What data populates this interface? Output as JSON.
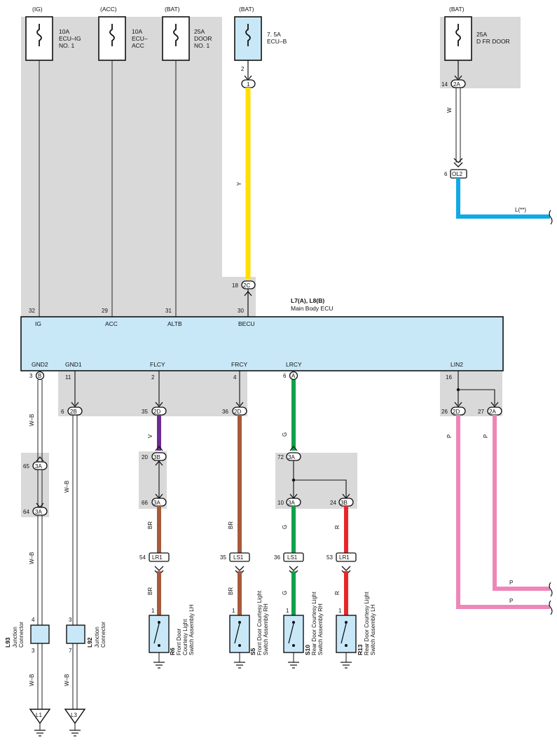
{
  "fuses": [
    {
      "source": "(IG)",
      "rating": "10A",
      "name1": "ECU–IG",
      "name2": "NO. 1"
    },
    {
      "source": "(ACC)",
      "rating": "10A",
      "name1": "ECU–",
      "name2": "ACC"
    },
    {
      "source": "(BAT)",
      "rating": "25A",
      "name1": "DOOR",
      "name2": "NO. 1"
    },
    {
      "source": "(BAT)",
      "rating": "7. 5A",
      "name1": "ECU–B",
      "name2": ""
    },
    {
      "source": "(BAT)",
      "rating": "25A",
      "name1": "D FR DOOR",
      "name2": ""
    }
  ],
  "ecu": {
    "title": "L7(A), L8(B)",
    "name": "Main Body ECU",
    "top_pins": [
      {
        "num": "32",
        "label": "IG"
      },
      {
        "num": "29",
        "label": "ACC"
      },
      {
        "num": "31",
        "label": "ALTB"
      },
      {
        "num": "30",
        "label": "BECU"
      }
    ],
    "bottom_pins": [
      {
        "label": "GND2",
        "num": "3",
        "conn": "B"
      },
      {
        "label": "GND1",
        "num": "11",
        "conn": ""
      },
      {
        "label": "FLCY",
        "num": "2",
        "conn": ""
      },
      {
        "label": "FRCY",
        "num": "4",
        "conn": ""
      },
      {
        "label": "LRCY",
        "num": "6",
        "conn": "A"
      },
      {
        "label": "LIN2",
        "num": "16",
        "conn": ""
      }
    ]
  },
  "connectors": {
    "ecub_pin": "2",
    "ecub_conn": "1",
    "dfr_pin": "14",
    "dfr_conn": "2A",
    "ol2_pin": "6",
    "ol2_conn": "OL2",
    "becu_pin": "18",
    "becu_conn": "2C",
    "gnd1_pin": "6",
    "gnd1_conn": "2B",
    "flcy_pin": "35",
    "flcy_conn": "2D",
    "frcy_pin": "36",
    "frcy_conn": "2D",
    "lin_a_pin": "26",
    "lin_a_conn": "2D",
    "lin_b_pin": "27",
    "lin_b_conn": "2A",
    "gnd2_a_pin": "65",
    "gnd2_a_conn": "3A",
    "gnd2_b_pin": "64",
    "gnd2_b_conn": "3A",
    "fl_a_pin": "20",
    "fl_a_conn": "3B",
    "fl_b_pin": "66",
    "fl_b_conn": "3A",
    "lr_a_pin": "72",
    "lr_a_conn": "3A",
    "lr_b_pin": "10",
    "lr_b_conn": "3A",
    "lr_c_pin": "24",
    "lr_c_conn": "3B",
    "lr1_fl_pin": "54",
    "lr1_fl": "LR1",
    "ls1_fr_pin": "35",
    "ls1_fr": "LS1",
    "ls1_lr_pin": "36",
    "ls1_lr": "LS1",
    "lr1_rr_pin": "53",
    "lr1_rr": "LR1"
  },
  "wire_colors": {
    "y": "Y",
    "w": "W",
    "l": "L(**)",
    "wb": "W–B",
    "v": "V",
    "br": "BR",
    "g": "G",
    "r": "R",
    "p": "P"
  },
  "colors": {
    "yellow": "#ffde00",
    "blue": "#12a9e6",
    "purple": "#6b2d91",
    "brown": "#a65a3c",
    "green": "#10a14a",
    "red": "#e8262a",
    "pink": "#ee86b9",
    "ecu_fill": "#c8e8f8",
    "shade": "#d9d9d9"
  },
  "switches": [
    {
      "code": "R6",
      "name1": "Front Door",
      "name2": "Courtesy Light",
      "name3": "Switch Assembly LH",
      "pin": "1"
    },
    {
      "code": "S5",
      "name1": "Front Door Courtesy Light",
      "name2": "Switch Assembly RH",
      "name3": "",
      "pin": "1"
    },
    {
      "code": "S10",
      "name1": "Rear Door Courtesy Light",
      "name2": "Switch Assembly RH",
      "name3": "",
      "pin": "1"
    },
    {
      "code": "R13",
      "name1": "Rear Door Courtesy Light",
      "name2": "Switch Assembly LH",
      "name3": "",
      "pin": "1"
    }
  ],
  "junctions": [
    {
      "code": "L93",
      "name1": "Junction",
      "name2": "Connector",
      "pin_top": "4",
      "pin_bot": "3"
    },
    {
      "code": "L92",
      "name1": "Junction",
      "name2": "Connector",
      "pin_top": "3",
      "pin_bot": "7"
    }
  ],
  "grounds": [
    "L1",
    "L3"
  ]
}
